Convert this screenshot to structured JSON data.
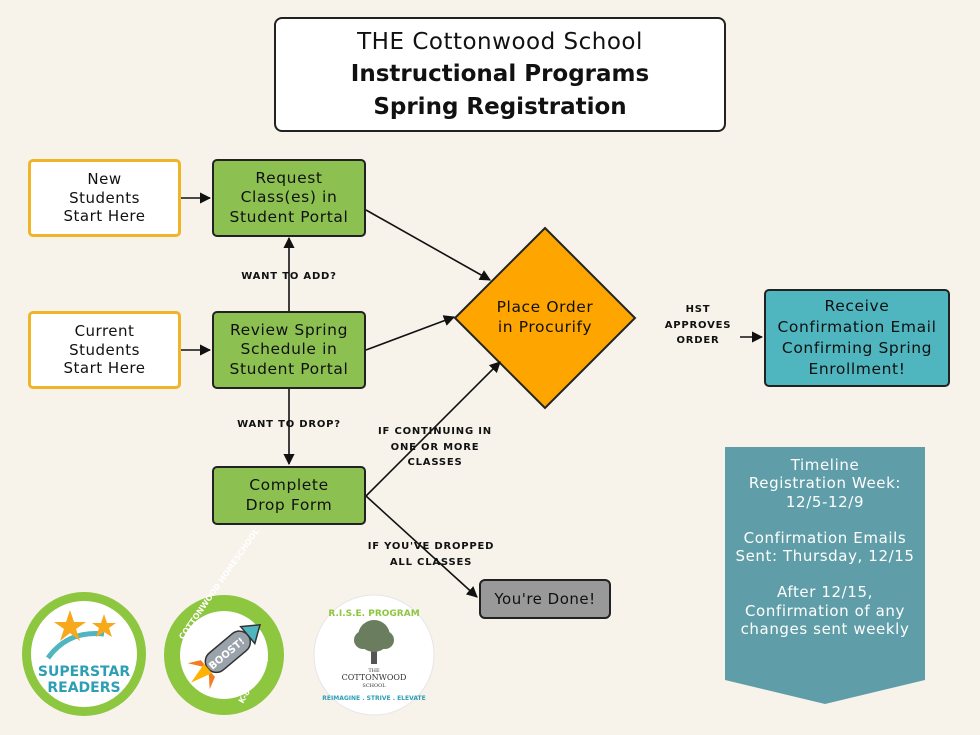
{
  "title": {
    "line1": "THE Cottonwood School",
    "line2": "Instructional Programs",
    "line3": "Spring Registration"
  },
  "start_new": [
    "New",
    "Students",
    "Start Here"
  ],
  "start_current": [
    "Current",
    "Students",
    "Start Here"
  ],
  "request_box": [
    "Request",
    "Class(es) in",
    "Student Portal"
  ],
  "review_box": [
    "Review Spring",
    "Schedule in",
    "Student Portal"
  ],
  "drop_box": [
    "Complete",
    "Drop Form"
  ],
  "order_diamond": [
    "Place Order",
    "in Procurify"
  ],
  "receive_box": [
    "Receive",
    "Confirmation Email",
    "Confirming Spring",
    "Enrollment!"
  ],
  "done_box": "You're Done!",
  "labels": {
    "want_add": "WANT TO ADD?",
    "want_drop": "WANT TO DROP?",
    "hst": [
      "HST",
      "APPROVES",
      "ORDER"
    ],
    "continuing": [
      "IF CONTINUING IN",
      "ONE OR MORE",
      "CLASSES"
    ],
    "dropped_all": [
      "IF YOU'VE DROPPED",
      "ALL CLASSES"
    ]
  },
  "timeline": {
    "heading": "Timeline",
    "line2": "Registration Week:",
    "line3": "12/5-12/9",
    "line4": "Confirmation Emails",
    "line5": "Sent:  Thursday, 12/15",
    "line6": "After 12/15,",
    "line7": "Confirmation of any",
    "line8": "changes sent weekly"
  },
  "logos": {
    "superstar": [
      "SUPERSTAR",
      "READERS"
    ],
    "boost_ring": "COTTONWOOD HOMESCHOOL",
    "boost_word": "BOOST!",
    "boost_sub": "K-8 BOOST!",
    "rise_title": "R.I.S.E. PROGRAM",
    "rise_school": [
      "THE",
      "COTTONWOOD",
      "SCHOOL"
    ],
    "rise_bottom": "REIMAGINE . STRIVE . ELEVATE"
  },
  "colors": {
    "background": "#f7f2ea",
    "green": "#8cc152",
    "orange": "#ffa500",
    "teal": "#4fb6c0",
    "timeline": "#5f9ea8",
    "start_border": "#f0b429",
    "gray": "#999999"
  }
}
